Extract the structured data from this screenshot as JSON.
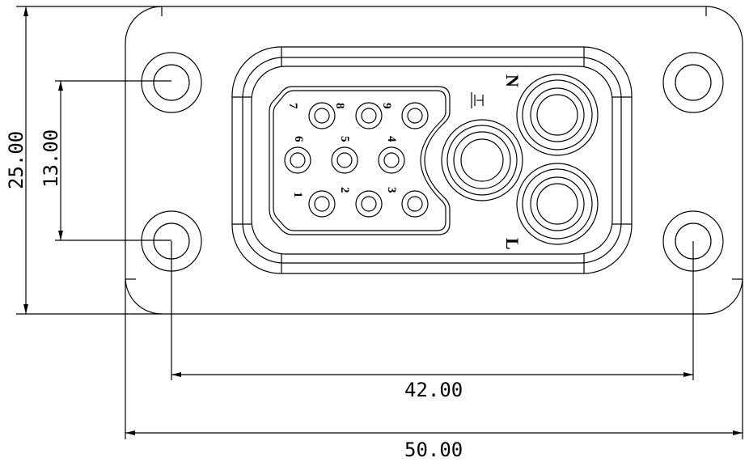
{
  "dimensions": {
    "height_total": "25.00",
    "hole_vertical": "13.00",
    "hole_horizontal": "42.00",
    "width_total": "50.00"
  },
  "pins": [
    "1",
    "2",
    "3",
    "4",
    "5",
    "6",
    "7",
    "8",
    "9"
  ],
  "power": {
    "neutral": "N",
    "line": "L",
    "ground_icon": "earth-ground-icon"
  },
  "colors": {
    "line": "#000000",
    "background": "#ffffff"
  }
}
